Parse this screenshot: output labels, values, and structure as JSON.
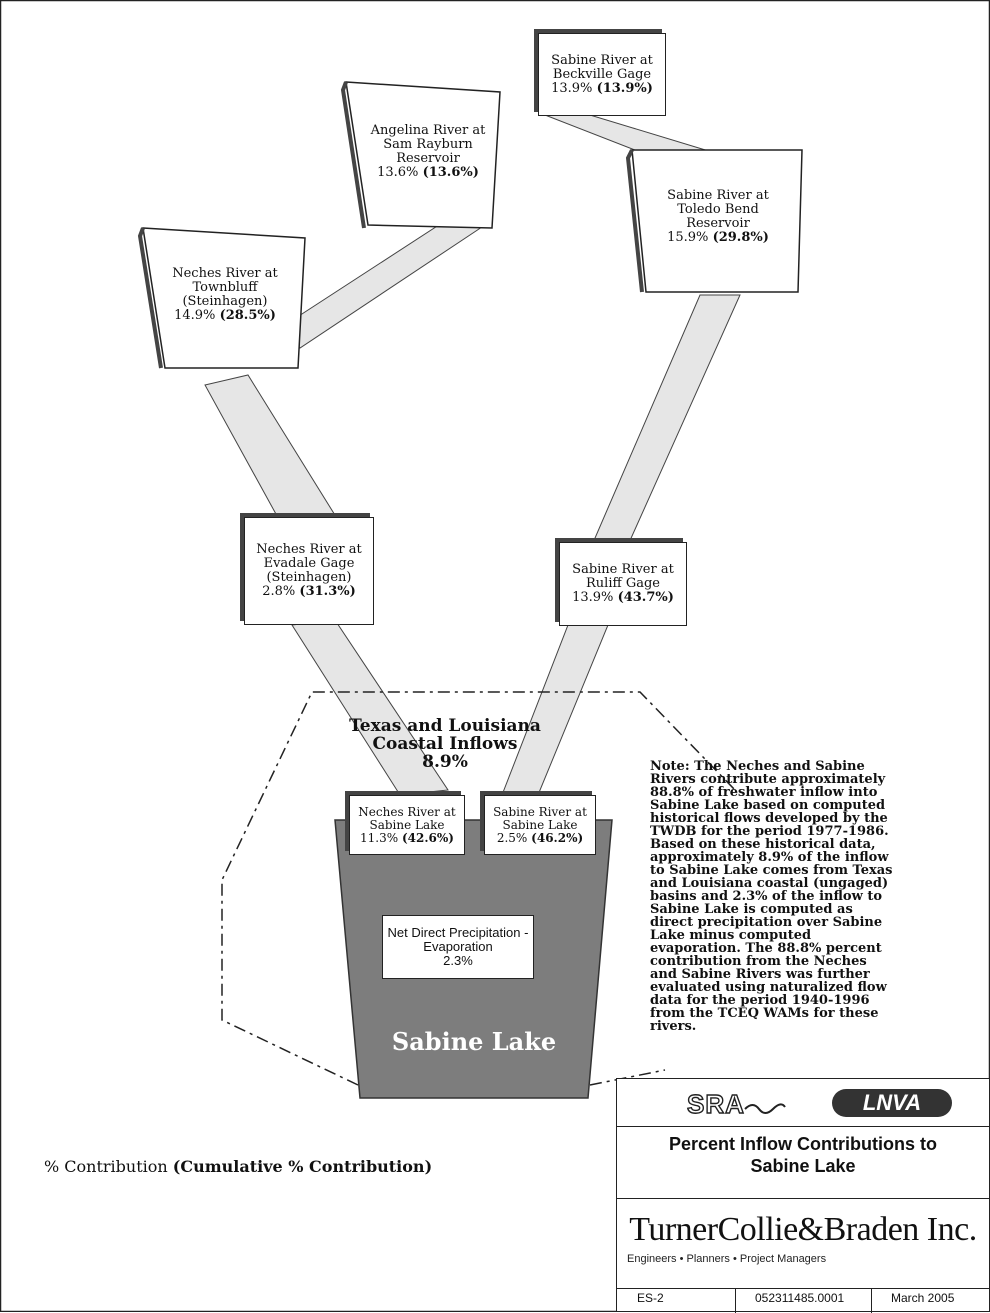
{
  "nodes": {
    "beckville": {
      "line1": "Sabine River at",
      "line2": "Beckville Gage",
      "pct": "13.9%",
      "cum": "(13.9%)"
    },
    "sam_rayburn": {
      "line1": "Angelina River at",
      "line2": "Sam Rayburn",
      "line3": "Reservoir",
      "pct": "13.6%",
      "cum": "(13.6%)"
    },
    "toledo_bend": {
      "line1": "Sabine River at",
      "line2": "Toledo Bend",
      "line3": "Reservoir",
      "pct": "15.9%",
      "cum": "(29.8%)"
    },
    "townbluff": {
      "line1": "Neches River at",
      "line2": "Townbluff",
      "line3": "(Steinhagen)",
      "pct": "14.9%",
      "cum": "(28.5%)"
    },
    "evadale": {
      "line1": "Neches River at",
      "line2": "Evadale Gage",
      "line3": "(Steinhagen)",
      "pct": "2.8%",
      "cum": "(31.3%)"
    },
    "ruliff": {
      "line1": "Sabine River at",
      "line2": "Ruliff Gage",
      "pct": "13.9%",
      "cum": "(43.7%)"
    },
    "neches_lake": {
      "line1": "Neches River at",
      "line2": "Sabine Lake",
      "pct": "11.3%",
      "cum": "(42.6%)"
    },
    "sabine_lake_inflow": {
      "line1": "Sabine River at",
      "line2": "Sabine Lake",
      "pct": "2.5%",
      "cum": "(46.2%)"
    },
    "precip": {
      "line1": "Net Direct Precipitation -",
      "line2": "Evaporation",
      "pct": "2.3%"
    }
  },
  "coastal": {
    "line1": "Texas and Louisiana",
    "line2": "Coastal Inflows",
    "pct": "8.9%"
  },
  "lake_name": "Sabine Lake",
  "note": "Note: The Neches and Sabine Rivers contribute approximately 88.8% of freshwater inflow into Sabine Lake based on computed historical flows developed by the TWDB for the period 1977-1986. Based on these historical data, approximately 8.9% of the inflow to Sabine Lake comes from Texas and Louisiana coastal (ungaged) basins and 2.3% of the inflow to Sabine Lake is computed as direct precipitation over Sabine Lake minus computed evaporation. The 88.8% percent contribution from the Neches and Sabine Rivers was further evaluated using naturalized flow data for the period 1940-1996 from the TCEQ WAMs for these rivers.",
  "legend": {
    "plain": "% Contribution",
    "bold": "(Cumulative % Contribution)"
  },
  "title_block": {
    "logo1": "SRA",
    "logo2": "LNVA",
    "title_line1": "Percent Inflow Contributions to",
    "title_line2": "Sabine Lake",
    "firm": "TurnerCollie&Braden Inc.",
    "firm_sub": "Engineers • Planners • Project Managers",
    "figure": "ES-2",
    "job": "052311485.0001",
    "date": "March 2005"
  },
  "colors": {
    "lake": "#7d7d7d",
    "channel": "#e6e6e6",
    "line": "#222222"
  }
}
